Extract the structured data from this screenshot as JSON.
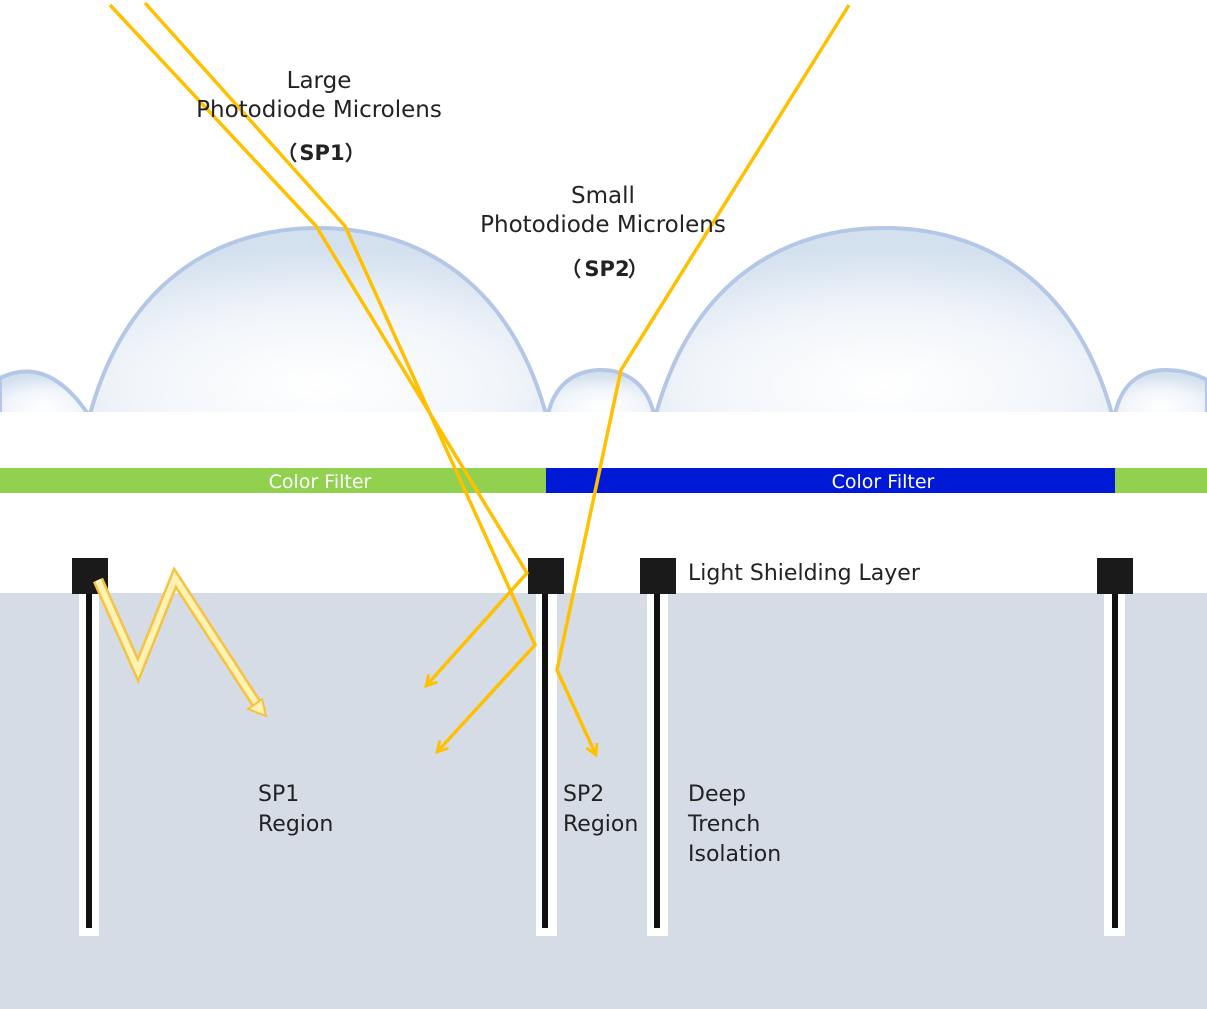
{
  "labels": {
    "large_lens_line1": "Large",
    "large_lens_line2": "Photodiode Microlens",
    "large_lens_paren_open": "（",
    "large_lens_code": "SP1",
    "large_lens_paren_close": "）",
    "small_lens_line1": "Small",
    "small_lens_line2": "Photodiode Microlens",
    "small_lens_paren_open": "（",
    "small_lens_code": "SP2",
    "small_lens_paren_close": "）",
    "color_filter_green": "Color Filter",
    "color_filter_blue": "Color Filter",
    "light_shielding": "Light Shielding Layer",
    "sp1_region_line1": "SP1",
    "sp1_region_line2": "Region",
    "sp2_region_line1": "SP2",
    "sp2_region_line2": "Region",
    "dti_line1": "Deep",
    "dti_line2": "Trench",
    "dti_line3": "Isolation"
  },
  "colors": {
    "green_filter": "#92d050",
    "blue_filter": "#0019d6",
    "substrate": "#d6dce6",
    "light_ray": "#ffc000",
    "lens_outline": "#b4c7e7",
    "shield_block": "#1a1a1a"
  }
}
